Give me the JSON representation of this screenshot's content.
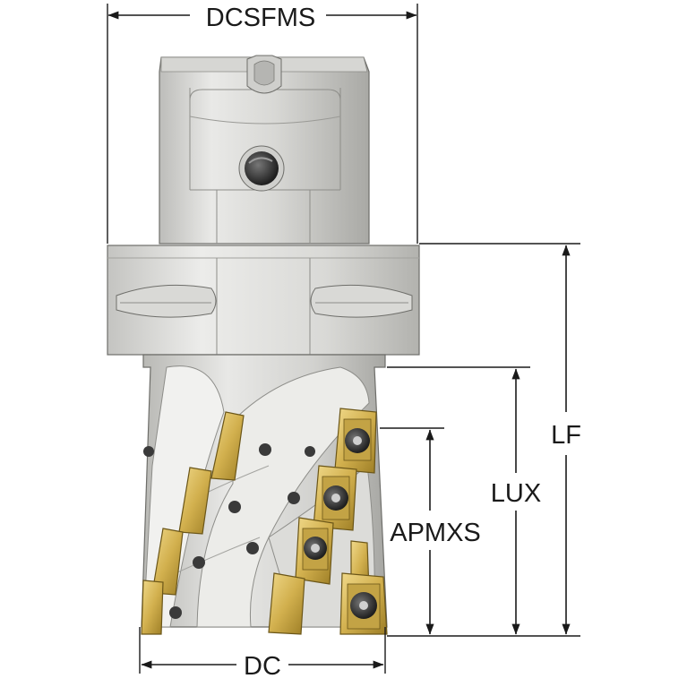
{
  "dimensions": {
    "top_width": "DCSFMS",
    "overall_length": "LF",
    "usable_length": "LUX",
    "cutting_depth": "APMXS",
    "cutting_diameter": "DC"
  },
  "colors": {
    "steel_light": "#e6e6e4",
    "steel_mid": "#c9c9c6",
    "steel_dark": "#9a9a96",
    "insert_gold": "#d2b04e",
    "insert_gold_dark": "#8f7420",
    "screw_dark": "#2a2a2a",
    "line": "#1a1a1a"
  }
}
